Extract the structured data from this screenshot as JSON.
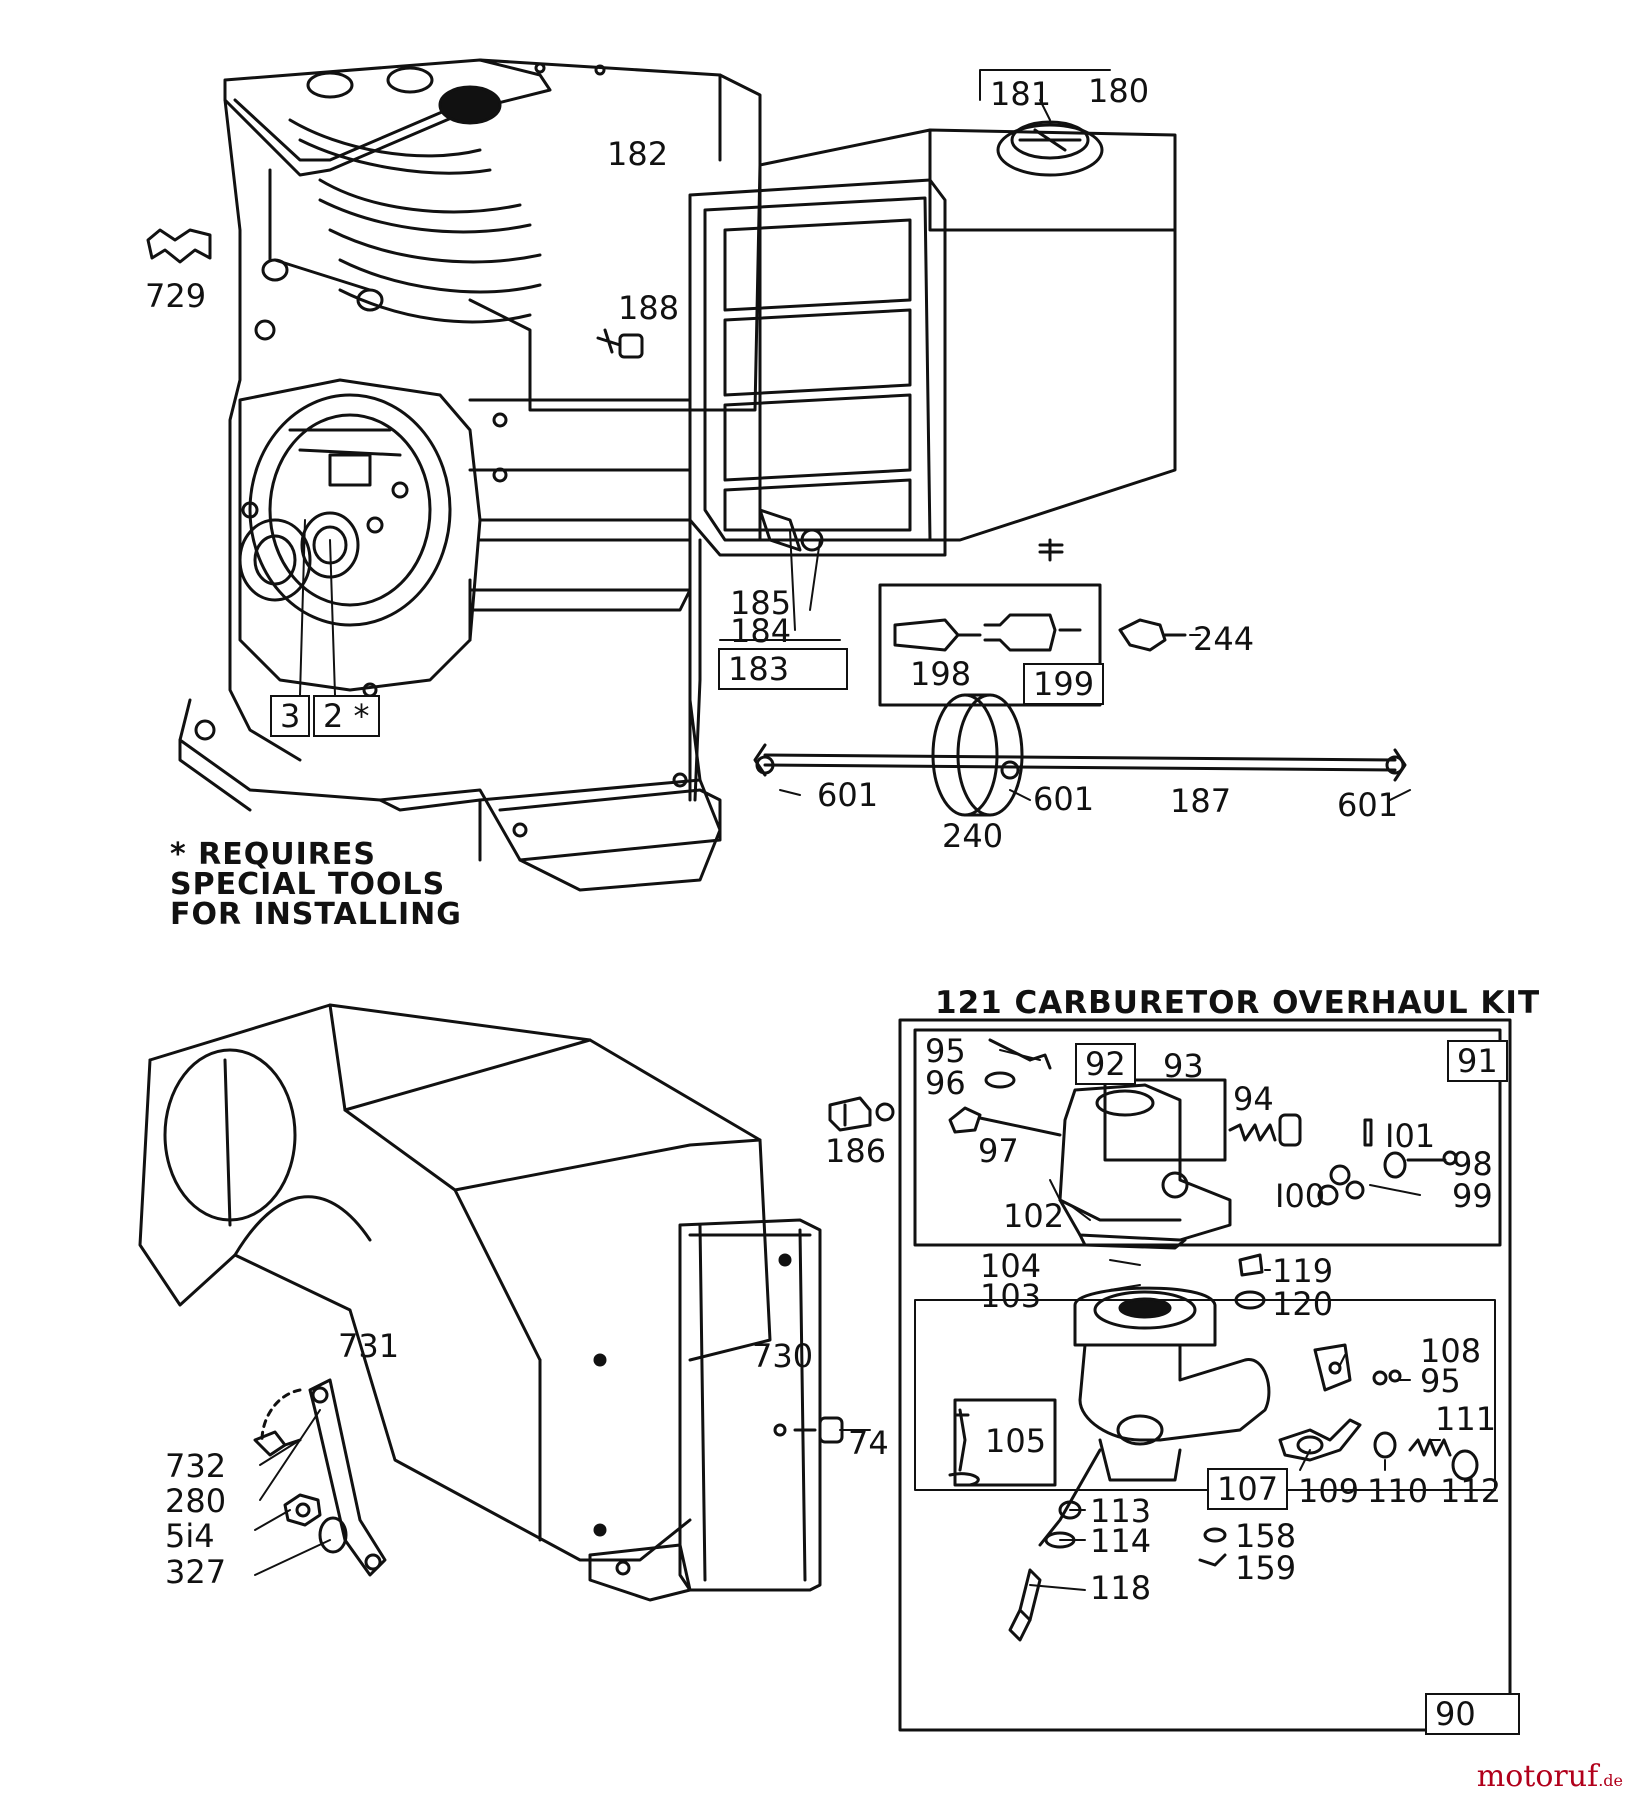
{
  "labels": {
    "p182": "182",
    "p181": "181",
    "p180": "180",
    "p729": "729",
    "p188": "188",
    "p185": "185",
    "p184": "184",
    "p183": "183",
    "p198": "198",
    "p199": "199",
    "p244": "244",
    "p3": "3",
    "p2": "2 *",
    "p601a": "601",
    "p601b": "601",
    "p601c": "601",
    "p187": "187",
    "p240": "240",
    "p731": "731",
    "p730": "730",
    "p74": "74",
    "p732": "732",
    "p280": "280",
    "p514": "5i4",
    "p327": "327",
    "p186": "186",
    "p95a": "95",
    "p96": "96",
    "p97": "97",
    "p92": "92",
    "p93": "93",
    "p91": "91",
    "p94": "94",
    "p101": "I01",
    "p98": "98",
    "p99": "99",
    "p100": "I00",
    "p102": "102",
    "p104": "104",
    "p103": "103",
    "p119": "119",
    "p120": "120",
    "p108": "108",
    "p95b": "95",
    "p111": "111",
    "p105": "105",
    "p107": "107",
    "p109": "109",
    "p110": "110",
    "p112": "112",
    "p113": "113",
    "p114": "114",
    "p158": "158",
    "p159": "159",
    "p118": "118",
    "p90": "90"
  },
  "note": [
    "* REQUIRES",
    "SPECIAL TOOLS",
    "FOR INSTALLING"
  ],
  "kit_title": "121 CARBURETOR OVERHAUL KIT",
  "watermark": {
    "name": "motoruf",
    "tld": ".de"
  }
}
